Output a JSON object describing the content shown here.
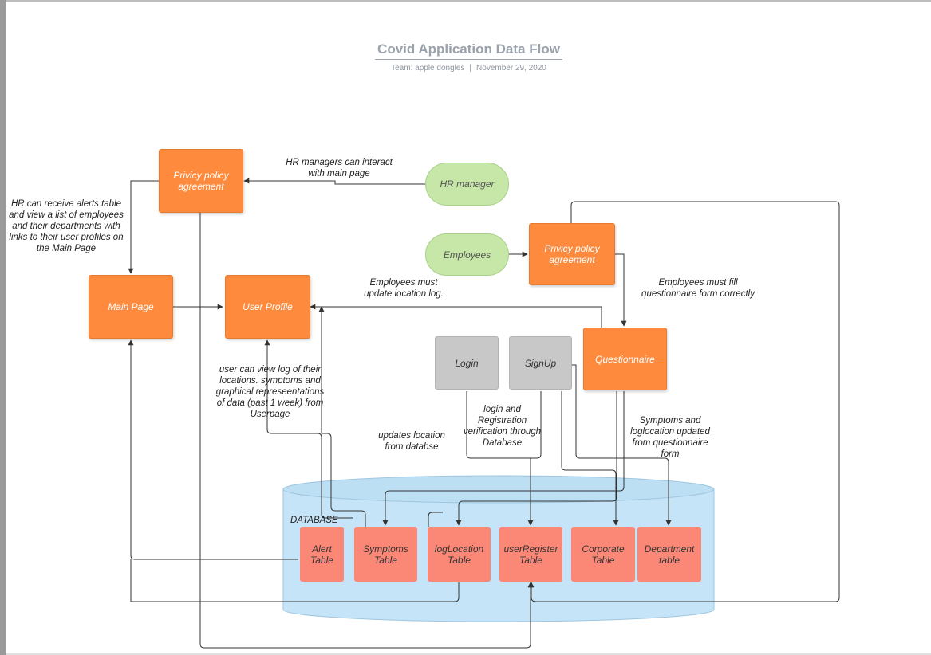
{
  "title": "Covid Application Data Flow",
  "subtitle": {
    "team": "Team: apple dongles",
    "separator": "|",
    "date": "November 29, 2020"
  },
  "nodes": {
    "privacy_hr": "Privicy policy agreement",
    "hr_manager": "HR manager",
    "employees": "Employees",
    "privacy_emp": "Privicy policy agreement",
    "main_page": "Main Page",
    "user_profile": "User Profile",
    "login": "Login",
    "signup": "SignUp",
    "questionnaire": "Questionnaire",
    "database": "DATABASE",
    "alert_table": "Alert Table",
    "symptoms_table": "Symptoms Table",
    "loglocation_table": "logLocation Table",
    "userregister_table": "userRegister Table",
    "corporate_table": "Corporate Table",
    "department_table": "Department table"
  },
  "annotations": {
    "hr_interact": "HR managers can  interact with main page",
    "hr_alerts": "HR can receive alerts  table and view a list of employees and their departments with links to their user profiles on the Main Page",
    "emp_location": "Employees must update location log.",
    "emp_questionnaire": "Employees must fill questionnaire form correctly",
    "user_log": "user can view log of their locations. symptoms and graphical represeentations of data (past 1 week) from Userpage",
    "updates_location": "updates location from databse",
    "login_verification": "login and Registration verification through Database",
    "symptoms_updated": "Symptoms  and loglocation updated from questionnaire form"
  },
  "colors": {
    "process": "#fd8a3d",
    "actor": "#c6e7a8",
    "auth": "#c8c8c8",
    "table": "#fb8877",
    "database": "#c5e4f7",
    "connector": "#333333"
  }
}
